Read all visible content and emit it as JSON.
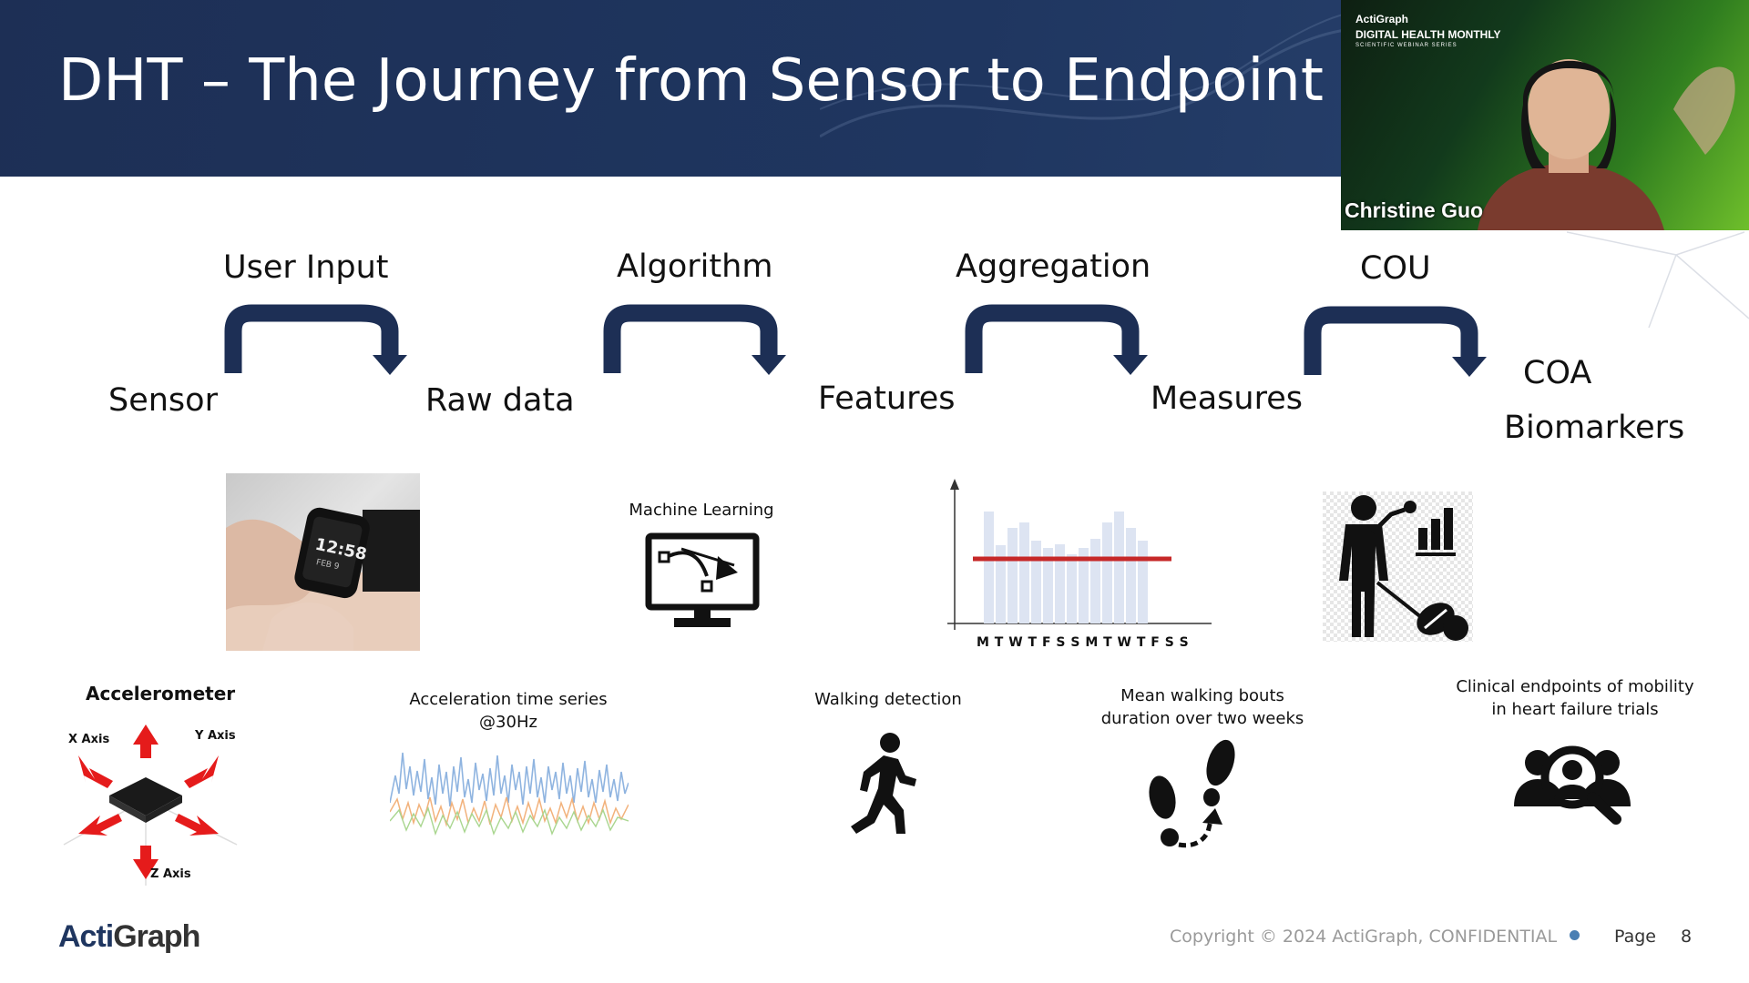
{
  "slide": {
    "title": "DHT – The Journey from Sensor to Endpoint"
  },
  "video": {
    "brand": "ActiGraph",
    "series": "DIGITAL HEALTH MONTHLY",
    "subseries": "SCIENTIFIC WEBINAR SERIES",
    "presenter": "Christine Guo"
  },
  "flow": {
    "steps": [
      "Sensor",
      "Raw data",
      "Features",
      "Measures",
      "COA",
      "Biomarkers"
    ],
    "transitions": [
      "User Input",
      "Algorithm",
      "Aggregation",
      "COU"
    ]
  },
  "visuals": {
    "watch_time": "12:58",
    "watch_date": "FEB 9",
    "ml_label": "Machine Learning",
    "chart_days": "M T W T F S S M T W T F S S"
  },
  "examples": {
    "accelerometer": "Accelerometer",
    "x_axis": "X Axis",
    "y_axis": "Y Axis",
    "z_axis": "Z Axis",
    "timeseries_line1": "Acceleration time series",
    "timeseries_line2": "@30Hz",
    "walking": "Walking detection",
    "bouts_line1": "Mean walking bouts",
    "bouts_line2": "duration over two weeks",
    "clinical_line1": "Clinical endpoints of mobility",
    "clinical_line2": "in heart failure trials"
  },
  "footer": {
    "logo_prefix": "Acti",
    "logo_suffix": "Graph",
    "copyright": "Copyright © 2024 ActiGraph, CONFIDENTIAL",
    "page_label": "Page",
    "page_number": "8"
  },
  "colors": {
    "header": "#1f3660",
    "arrow": "#1d2f55",
    "mean_line": "#c62828",
    "bar": "#dde4f2"
  }
}
